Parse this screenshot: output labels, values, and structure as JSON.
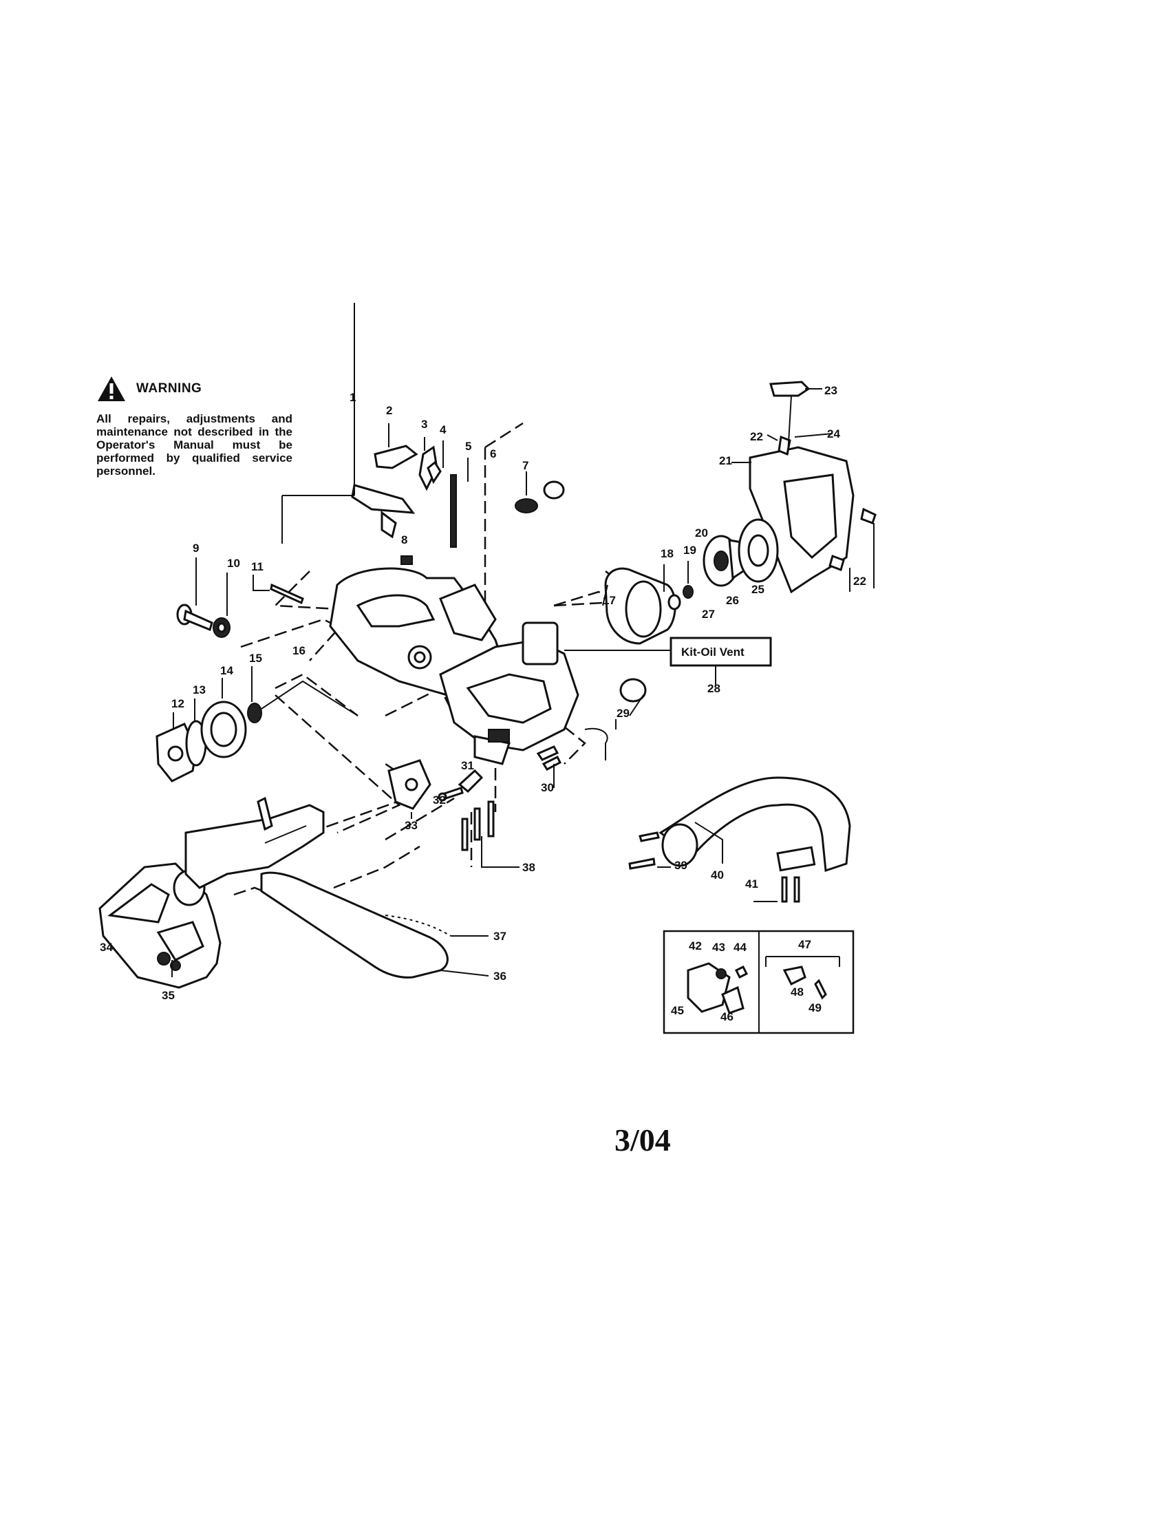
{
  "warning": {
    "title": "WARNING",
    "text": "All repairs, adjustments and maintenance not described in the Operator's Manual must be performed by qualified service personnel."
  },
  "date_stamp": "3/04",
  "kit_label": "Kit-Oil Vent",
  "part_numbers": [
    "1",
    "2",
    "3",
    "4",
    "5",
    "6",
    "7",
    "8",
    "9",
    "10",
    "11",
    "12",
    "13",
    "14",
    "15",
    "16",
    "17",
    "18",
    "19",
    "20",
    "21",
    "22",
    "22",
    "23",
    "24",
    "25",
    "26",
    "27",
    "28",
    "29",
    "30",
    "31",
    "32",
    "33",
    "34",
    "35",
    "36",
    "37",
    "38",
    "39",
    "40",
    "41",
    "42",
    "43",
    "44",
    "45",
    "46",
    "47",
    "48",
    "49"
  ]
}
